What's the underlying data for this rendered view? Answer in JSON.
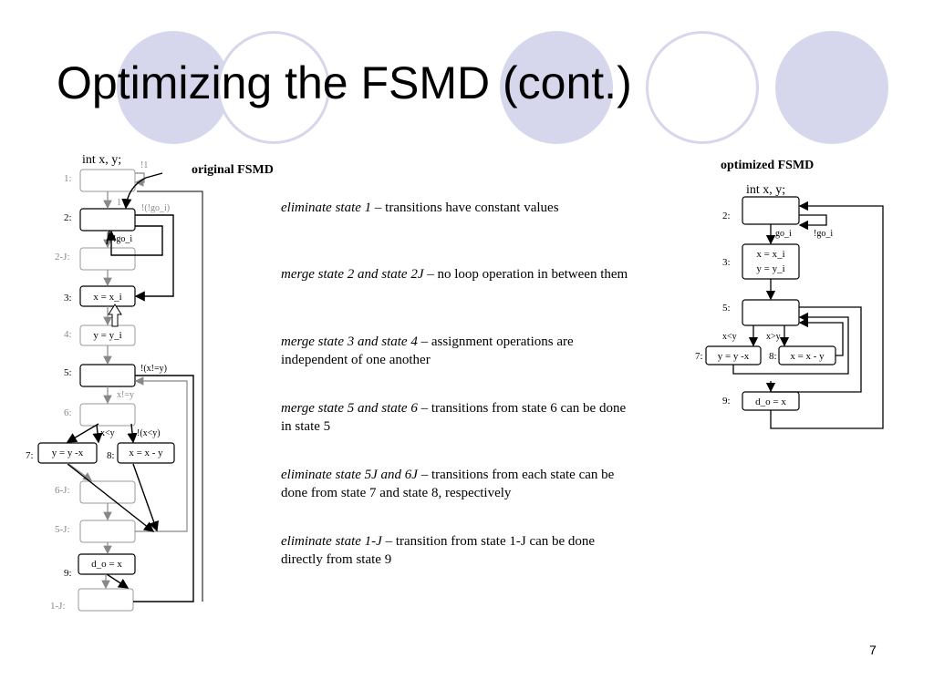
{
  "slide": {
    "title": "Optimizing the FSMD (cont.)",
    "page_number": "7"
  },
  "colors": {
    "decor_circle": "#d6d6ec",
    "gray_state": "#888888",
    "black": "#000000"
  },
  "original_fsmd": {
    "heading": "original FSMD",
    "declaration": "int x, y;",
    "states": [
      {
        "id": "1",
        "label": "1:",
        "content": "",
        "grayed": true
      },
      {
        "id": "2",
        "label": "2:",
        "content": "",
        "grayed": false
      },
      {
        "id": "2J",
        "label": "2-J:",
        "content": "",
        "grayed": true
      },
      {
        "id": "3",
        "label": "3:",
        "content": "x = x_i",
        "grayed": false
      },
      {
        "id": "4",
        "label": "4:",
        "content": "y = y_i",
        "grayed": true
      },
      {
        "id": "5",
        "label": "5:",
        "content": "",
        "grayed": false
      },
      {
        "id": "6",
        "label": "6:",
        "content": "",
        "grayed": true
      },
      {
        "id": "7",
        "label": "7:",
        "content": "y = y -x",
        "grayed": false
      },
      {
        "id": "8",
        "label": "8:",
        "content": "x = x - y",
        "grayed": false
      },
      {
        "id": "6J",
        "label": "6-J:",
        "content": "",
        "grayed": true
      },
      {
        "id": "5J",
        "label": "5-J:",
        "content": "",
        "grayed": true
      },
      {
        "id": "9",
        "label": "9:",
        "content": "d_o = x",
        "grayed": false
      },
      {
        "id": "1J",
        "label": "1-J:",
        "content": "",
        "grayed": true
      }
    ],
    "transitions": {
      "not_one": "!1",
      "one": "1",
      "not_not_go_i": "!(!go_i)",
      "not_go_i": "!go_i",
      "x_neq_y_loop": "!(x!=y)",
      "x_neq_y": "x!=y",
      "x_lt_y": "x<y",
      "not_x_lt_y": "!(x<y)"
    }
  },
  "optimized_fsmd": {
    "heading": "optimized FSMD",
    "declaration": "int x, y;",
    "states": [
      {
        "id": "2",
        "label": "2:",
        "content": ""
      },
      {
        "id": "3",
        "label": "3:",
        "content_lines": [
          "x = x_i",
          "y = y_i"
        ]
      },
      {
        "id": "5",
        "label": "5:",
        "content": ""
      },
      {
        "id": "7",
        "label": "7:",
        "content": "y = y -x"
      },
      {
        "id": "8",
        "label": "8:",
        "content": "x = x - y"
      },
      {
        "id": "9",
        "label": "9:",
        "content": "d_o = x"
      }
    ],
    "transitions": {
      "go_i": "go_i",
      "not_go_i": "!go_i",
      "x_lt_y": "x<y",
      "x_gt_y": "x>y"
    }
  },
  "bullets": [
    {
      "italic": "eliminate state 1",
      "text": " – transitions have constant values"
    },
    {
      "italic": "merge state 2 and state 2J",
      "text": " – no loop operation in between them"
    },
    {
      "italic": "merge state 3 and state 4",
      "text": " – assignment operations are independent of one another"
    },
    {
      "italic": "merge state 5 and state 6",
      "text": " – transitions from state 6 can be done in state 5"
    },
    {
      "italic": "eliminate state 5J and 6J",
      "text": " – transitions from each state can be done from state 7 and state 8, respectively"
    },
    {
      "italic": "eliminate state 1-J",
      "text": " – transition from state 1-J can be done directly from state 9"
    }
  ]
}
